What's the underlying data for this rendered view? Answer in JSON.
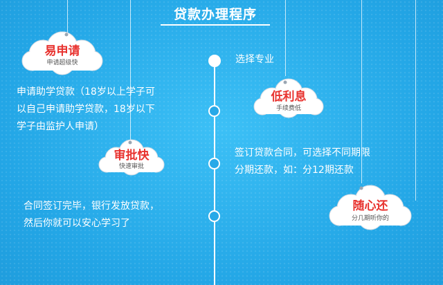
{
  "header": {
    "title": "贷款办理程序"
  },
  "badges": [
    {
      "main": "易申请",
      "sub": "申请超级快"
    },
    {
      "main": "低利息",
      "sub": "手续费低"
    },
    {
      "main": "审批快",
      "sub": "快速审批"
    },
    {
      "main": "随心还",
      "sub": "分几期听你的"
    }
  ],
  "steps": [
    {
      "lines": [
        "选择专业"
      ]
    },
    {
      "lines": [
        "申请助学贷款（18岁以上学子可",
        "以自己申请助学贷款，18岁以下",
        "学子由监护人申请）"
      ]
    },
    {
      "lines": [
        "签订贷款合同，可选择不同期限",
        "分期还款，如：分12期还款"
      ]
    },
    {
      "lines": [
        "合同签订完毕，银行发放贷款，",
        "然后你就可以安心学习了"
      ]
    }
  ],
  "colors": {
    "background": "#2ab0ec",
    "accent_text": "#e8322e",
    "line": "#ffffff"
  }
}
